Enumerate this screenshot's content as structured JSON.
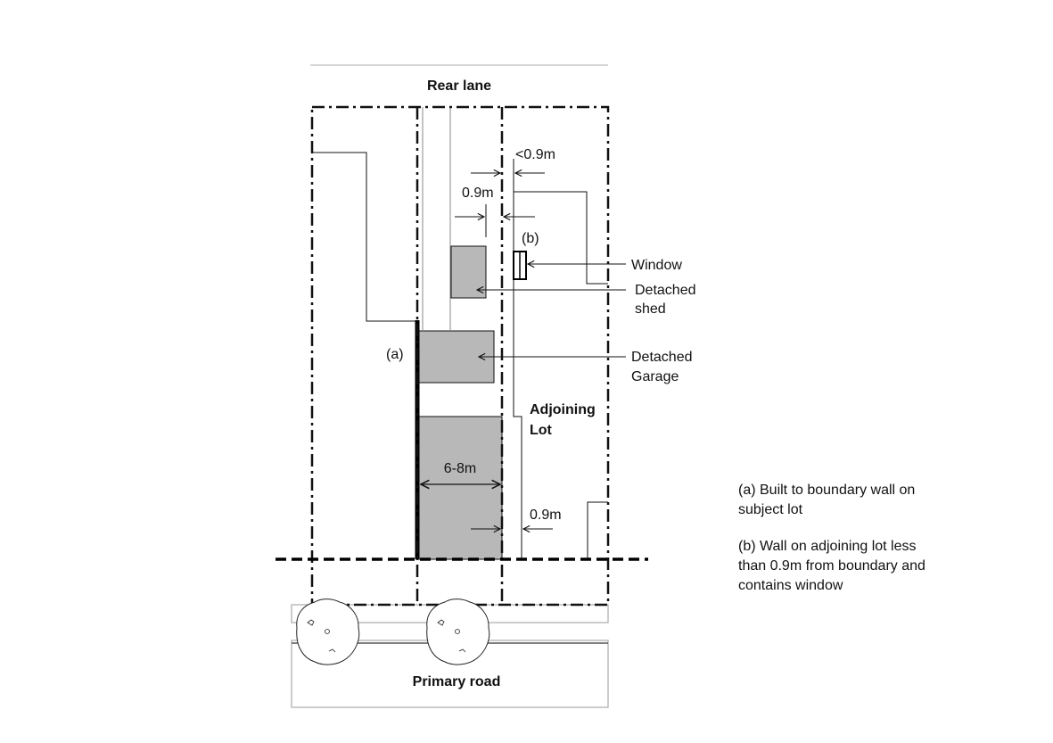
{
  "diagram": {
    "labels": {
      "rear_lane": "Rear lane",
      "primary_road": "Primary road",
      "adjoining_lot_line1": "Adjoining",
      "adjoining_lot_line2": "Lot",
      "dim_less_than_09": "<0.9m",
      "dim_09_top": "0.9m",
      "dim_09_bottom": "0.9m",
      "dim_6_8": "6-8m",
      "marker_a": "(a)",
      "marker_b": "(b)",
      "callout_window": "Window",
      "callout_shed_line1": "Detached",
      "callout_shed_line2": "shed",
      "callout_garage_line1": "Detached",
      "callout_garage_line2": "Garage"
    },
    "legend": {
      "a_line1": "(a) Built to boundary wall on",
      "a_line2": "subject lot",
      "b_line1": "(b) Wall on adjoining lot less",
      "b_line2": "than 0.9m from boundary and",
      "b_line3": "contains window"
    },
    "colors": {
      "building_fill": "#b8b8b8",
      "line": "#111111",
      "road_outline": "#b0b0b0"
    }
  }
}
